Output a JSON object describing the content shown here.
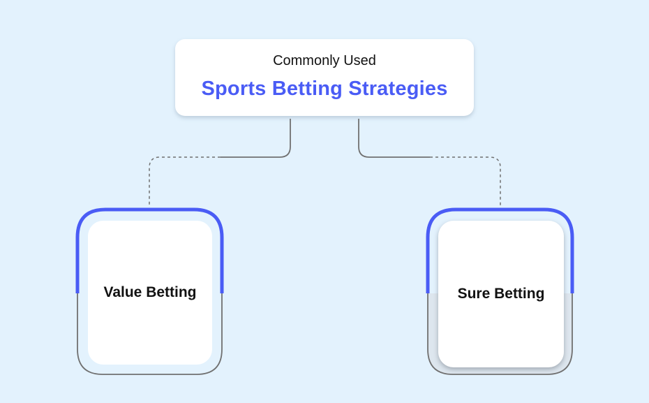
{
  "header": {
    "subtitle": "Commonly Used",
    "title": "Sports Betting Strategies"
  },
  "nodes": [
    {
      "label": "Value Betting"
    },
    {
      "label": "Sure Betting"
    }
  ],
  "colors": {
    "background": "#e3f2fd",
    "accent": "#4a5cf5",
    "connector": "#707070"
  }
}
